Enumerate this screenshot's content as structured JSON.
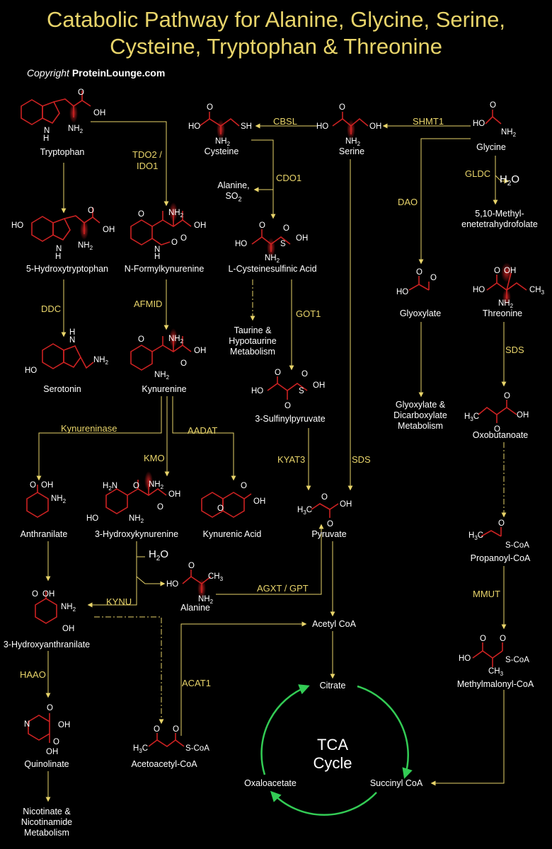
{
  "title": {
    "line1": "Catabolic Pathway for Alanine, Glycine, Serine,",
    "line2": "Cysteine, Tryptophan & Threonine"
  },
  "copyright": {
    "prefix": "Copyright",
    "brand": "ProteinLounge.com"
  },
  "compounds": {
    "tryptophan": "Tryptophan",
    "hydroxytryptophan": "5-Hydroxytryptophan",
    "serotonin": "Serotonin",
    "formylkynurenine": "N-Formylkynurenine",
    "kynurenine": "Kynurenine",
    "anthranilate": "Anthranilate",
    "hydroxykynurenine": "3-Hydroxykynurenine",
    "kynurenic_acid": "Kynurenic Acid",
    "hydroxyanthranilate": "3-Hydroxyanthranilate",
    "quinolinate": "Quinolinate",
    "nicotinate": "Nicotinate &",
    "nicotinamide": "Nicotinamide",
    "metabolism": "Metabolism",
    "cysteine": "Cysteine",
    "alanine_so2_1": "Alanine,",
    "alanine_so2_2": "SO",
    "cysteinesulfinic": "L-Cysteinesulfinic Acid",
    "taurine1": "Taurine &",
    "taurine2": "Hypotaurine",
    "taurine3": "Metabolism",
    "sulfinylpyruvate": "3-Sulfinylpyruvate",
    "serine": "Serine",
    "glycine": "Glycine",
    "methylene1": "5,10-Methyl-",
    "methylene2": "enetetrahydrofolate",
    "glyoxylate": "Glyoxylate",
    "glyox_metab1": "Glyoxylate &",
    "glyox_metab2": "Dicarboxylate",
    "glyox_metab3": "Metabolism",
    "threonine": "Threonine",
    "oxobutanoate": "Oxobutanoate",
    "propanoyl": "Propanoyl-CoA",
    "methylmalonyl": "Methylmalonyl-CoA",
    "pyruvate": "Pyruvate",
    "alanine": "Alanine",
    "acetyl_coa": "Acetyl CoA",
    "acetoacetyl": "Acetoacetyl-CoA",
    "citrate": "Citrate",
    "oxaloacetate": "Oxaloacetate",
    "succinyl": "Succinyl CoA",
    "h2o_1": "H",
    "h2o_2": "H"
  },
  "tca": {
    "line1": "TCA",
    "line2": "Cycle"
  },
  "enzymes": {
    "tdo2": "TDO2 /",
    "ido1": "IDO1",
    "ddc": "DDC",
    "afmid": "AFMID",
    "kynureninase": "Kynureninase",
    "kmo": "KMO",
    "aadat": "AADAT",
    "kynu": "KYNU",
    "haao": "HAAO",
    "acat1": "ACAT1",
    "cbsl": "CBSL",
    "cdo1": "CDO1",
    "got1": "GOT1",
    "kyat3": "KYAT3",
    "shmt1": "SHMT1",
    "gldc": "GLDC",
    "dao": "DAO",
    "sds1": "SDS",
    "sds2": "SDS",
    "mmut": "MMUT",
    "agxt": "AGXT / GPT"
  },
  "colors": {
    "title": "#e8d46a",
    "arrow": "#e8d46a",
    "bond": "#cc2222",
    "tca": "#33cc55",
    "text": "#ffffff"
  }
}
